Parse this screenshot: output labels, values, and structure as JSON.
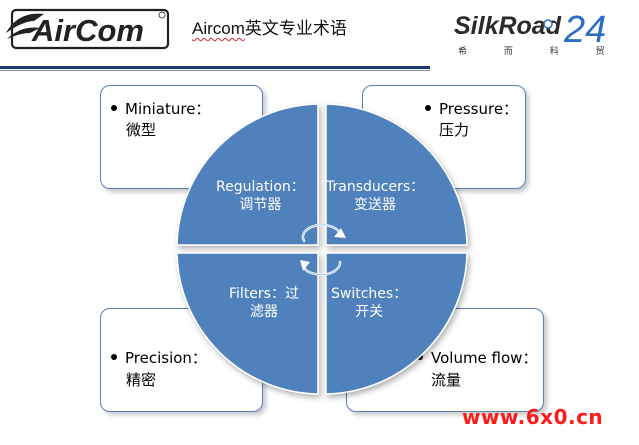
{
  "header": {
    "logo_left_text": "AirCom",
    "title_latin": "Aircom",
    "title_cjk": "英文专业术语",
    "logo_right_text": "SilkRoad",
    "logo_right_number": "24",
    "logo_right_subtitle": "希 而 科 贸 易"
  },
  "diagram": {
    "quadrants": [
      {
        "line1": "Regulation：",
        "line2": "调节器"
      },
      {
        "line1": "Transducers：",
        "line2": "变送器"
      },
      {
        "line1": "Filters：过",
        "line2": "滤器"
      },
      {
        "line1": "Switches：",
        "line2": "开关"
      }
    ],
    "boxes": [
      {
        "line1": "Miniature：",
        "line2": "微型"
      },
      {
        "line1": "Pressure：",
        "line2": "压力"
      },
      {
        "line1": "Precision：",
        "line2": "精密"
      },
      {
        "line1": "Volume flow：",
        "line2": "流量"
      }
    ],
    "colors": {
      "circle": "#4f81bd",
      "box_border": "#5b7fbd"
    }
  },
  "watermark": "www.6x0.cn"
}
